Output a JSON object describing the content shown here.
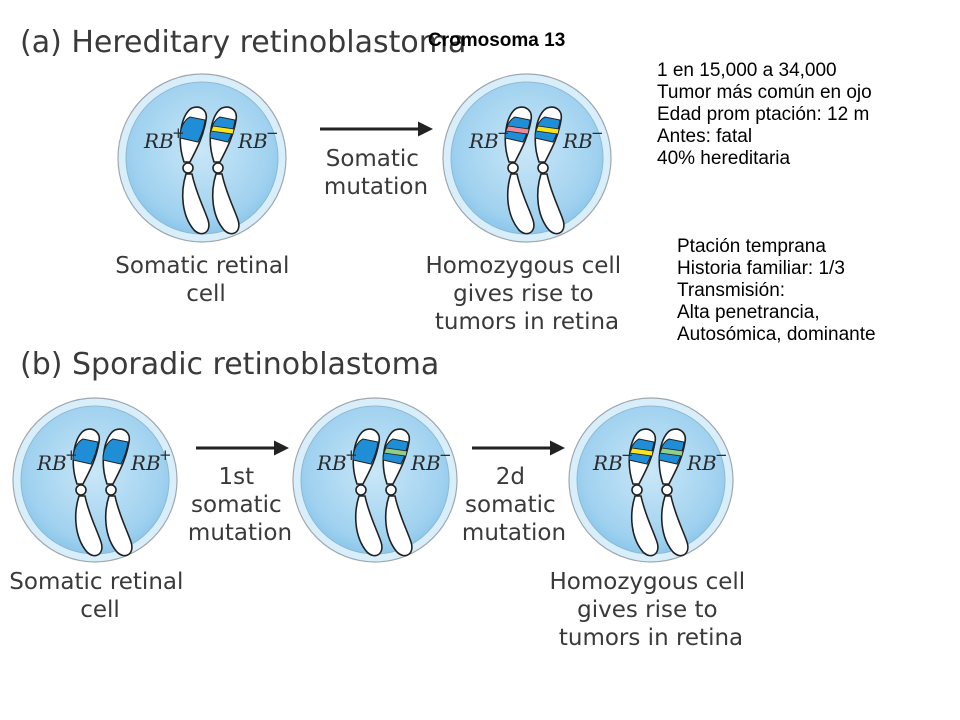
{
  "chromosome_label": "Cromosoma 13",
  "facts": [
    "1 en 15,000 a 34,000",
    "Tumor más común en ojo",
    "Edad prom ptación: 12 m",
    "Antes: fatal",
    "40% hereditaria"
  ],
  "features": [
    "Ptación temprana",
    "Historia familiar: 1/3",
    "Transmisión:",
    "Alta penetrancia,",
    "Autosómica, dominante"
  ],
  "panel_a": {
    "title": "(a)  Hereditary retinoblastoma",
    "arrow_label": [
      "Somatic",
      "mutation"
    ],
    "cell1": {
      "left_allele": "RB",
      "left_sign": "+",
      "right_allele": "RB",
      "right_sign": "−"
    },
    "cell2": {
      "left_allele": "RB",
      "left_sign": "−",
      "right_allele": "RB",
      "right_sign": "−"
    },
    "caption1": [
      "Somatic retinal",
      "cell"
    ],
    "caption2": [
      "Homozygous cell",
      "gives rise to",
      "tumors in retina"
    ]
  },
  "panel_b": {
    "title": "(b)  Sporadic retinoblastoma",
    "arrow1_label": [
      "1st",
      "somatic",
      "mutation"
    ],
    "arrow2_label": [
      "2d",
      "somatic",
      "mutation"
    ],
    "cell1": {
      "left_allele": "RB",
      "left_sign": "+",
      "right_allele": "RB",
      "right_sign": "+"
    },
    "cell2": {
      "left_allele": "RB",
      "left_sign": "+",
      "right_allele": "RB",
      "right_sign": "−"
    },
    "cell3": {
      "left_allele": "RB",
      "left_sign": "−",
      "right_allele": "RB",
      "right_sign": "−"
    },
    "caption1": [
      "Somatic retinal",
      "cell"
    ],
    "caption3": [
      "Homozygous cell",
      "gives rise to",
      "tumors in retina"
    ]
  },
  "colors": {
    "cell_fill": "#a9d7f2",
    "cell_ring": "#d6ecf9",
    "allele_blue": "#1f8ed6",
    "mutation_yellow": "#f7e51d",
    "mutation_pink": "#f08a9a",
    "mutation_green": "#8fcf8a"
  }
}
